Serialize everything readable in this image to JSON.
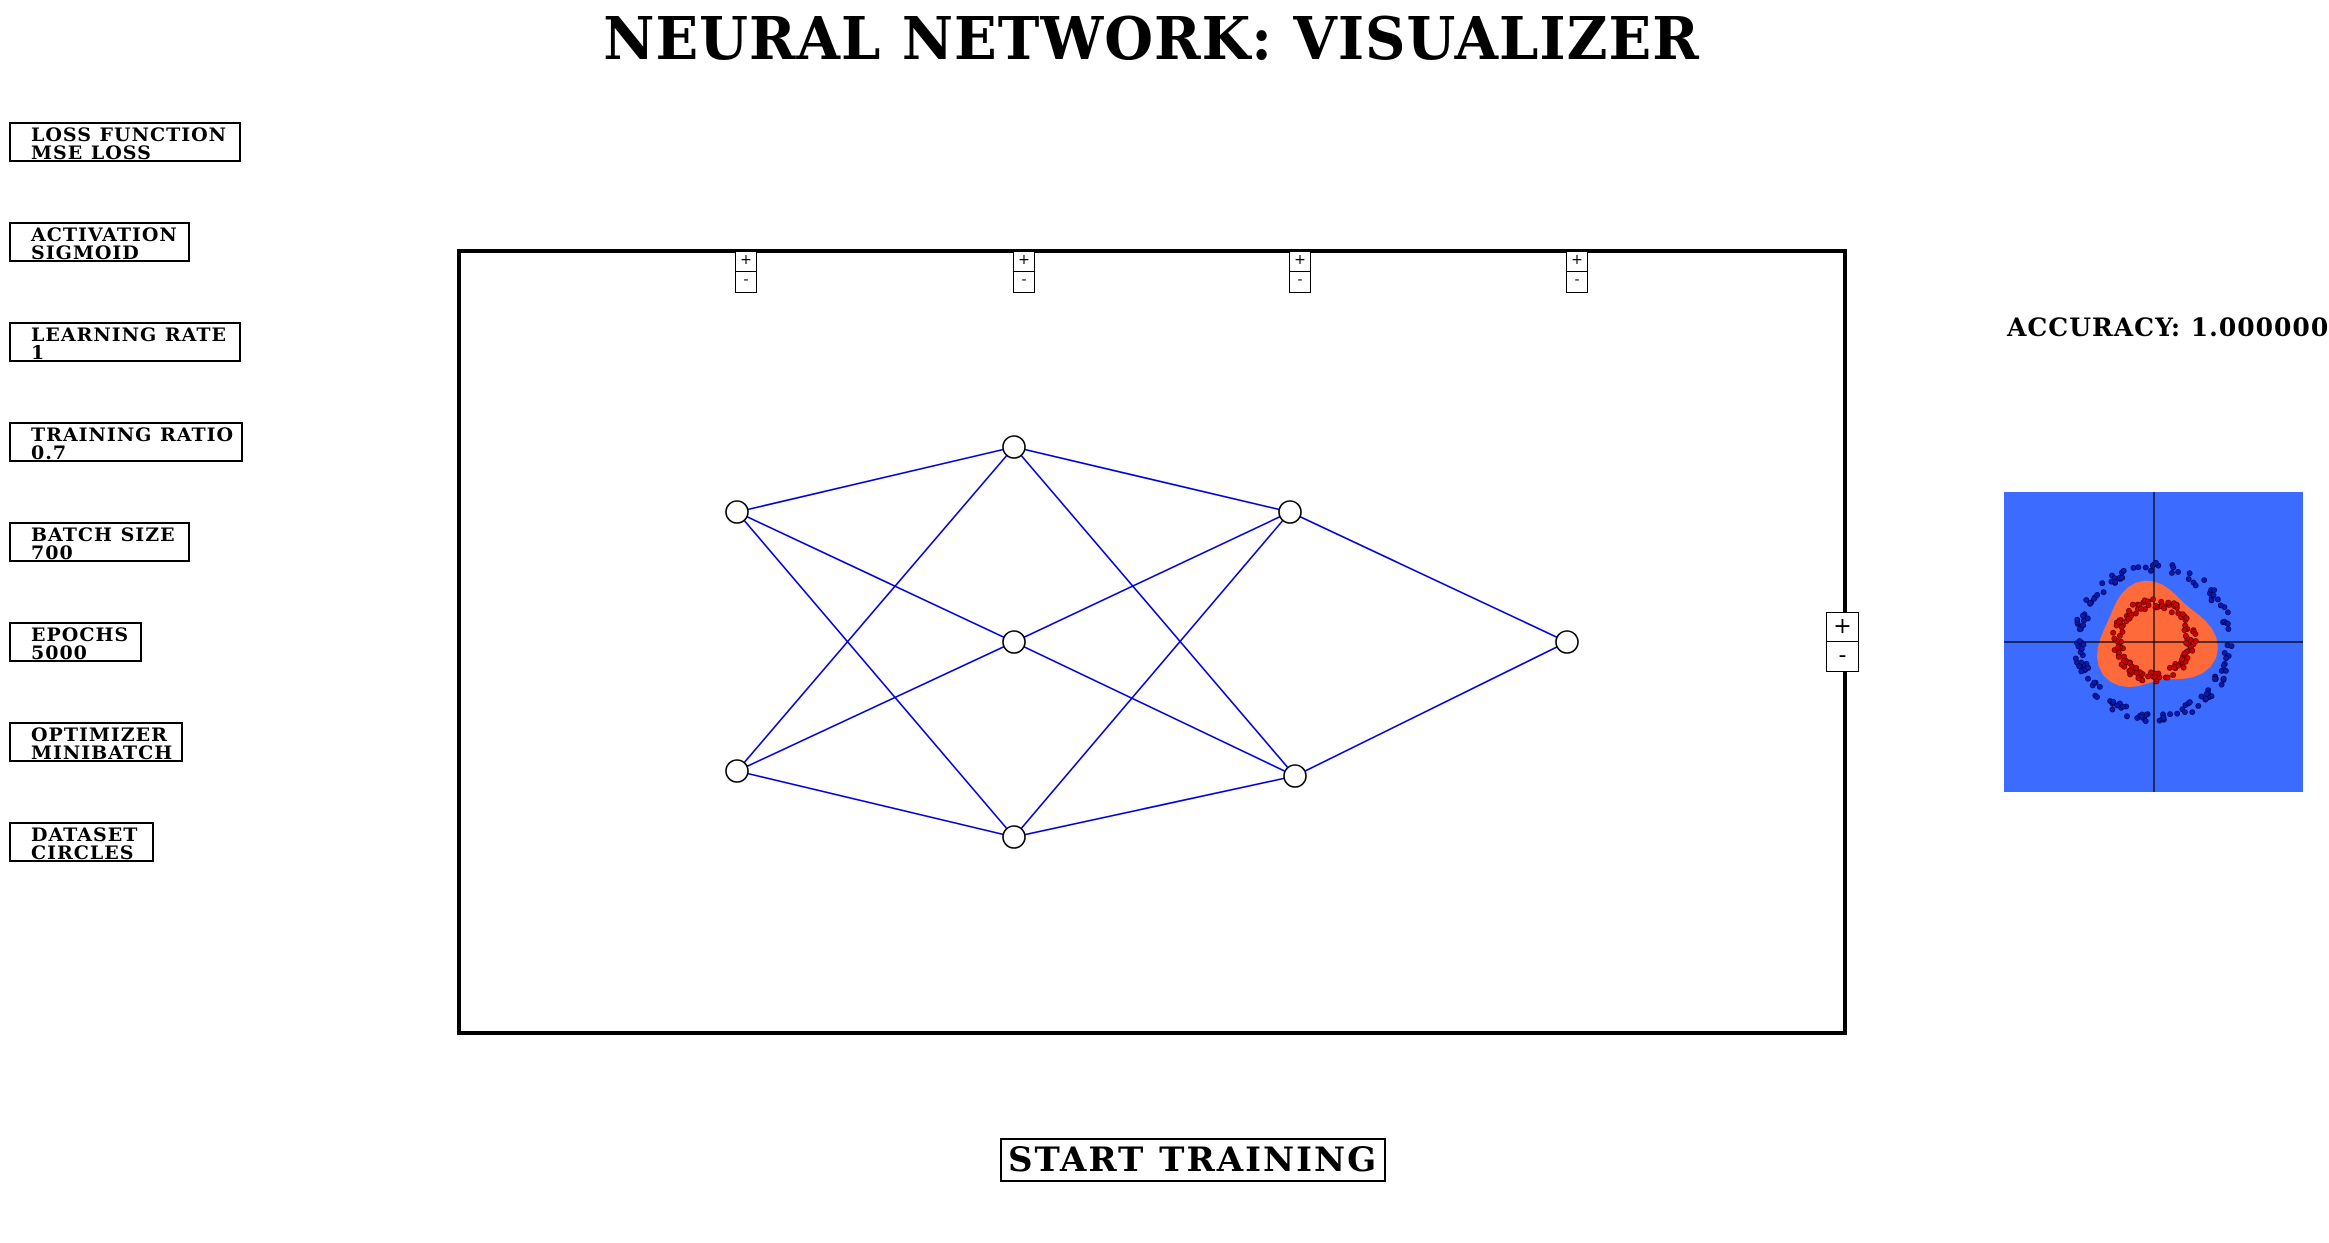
{
  "app": {
    "title": "NEURAL NETWORK: VISUALIZER"
  },
  "params": [
    {
      "id": "loss",
      "label": "LOSS FUNCTION",
      "value": "MSE LOSS"
    },
    {
      "id": "activation",
      "label": "ACTIVATION",
      "value": "SIGMOID"
    },
    {
      "id": "learning-rate",
      "label": "LEARNING RATE",
      "value": "1"
    },
    {
      "id": "training-ratio",
      "label": "TRAINING RATIO",
      "value": "0.7"
    },
    {
      "id": "batch-size",
      "label": "BATCH SIZE",
      "value": "700"
    },
    {
      "id": "epochs",
      "label": "EPOCHS",
      "value": "5000"
    },
    {
      "id": "optimizer",
      "label": "OPTIMIZER",
      "value": "MINIBATCH"
    },
    {
      "id": "dataset",
      "label": "DATASET",
      "value": "CIRCLES"
    }
  ],
  "network": {
    "layer_sizes": [
      2,
      3,
      2,
      1
    ],
    "edge_color": "#0000dd",
    "add_label": "+",
    "remove_label": "-"
  },
  "output_controls": {
    "add_label": "+",
    "remove_label": "-"
  },
  "accuracy": {
    "text": "ACCURACY: 1.000000"
  },
  "plot": {
    "background_color": "#3b6cff",
    "region_color": "#ff6a3a",
    "inner_point_color": "#cc0000",
    "outer_point_color": "#0a1aa8"
  },
  "start_button": {
    "label": "START TRAINING"
  }
}
